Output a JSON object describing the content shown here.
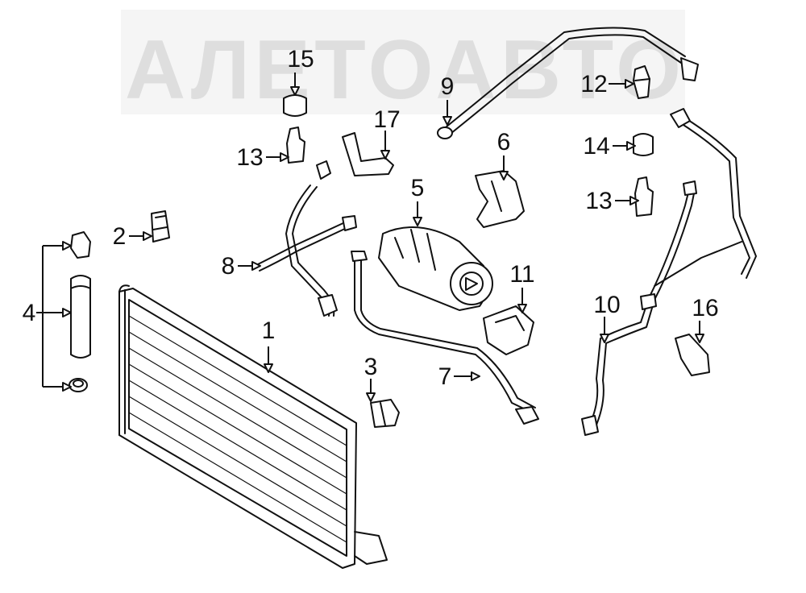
{
  "watermark": {
    "text": "АЛЕТОАВТО",
    "color": "#d4d4d4"
  },
  "callouts": [
    {
      "id": "1",
      "label": "1"
    },
    {
      "id": "2",
      "label": "2"
    },
    {
      "id": "3",
      "label": "3"
    },
    {
      "id": "4",
      "label": "4"
    },
    {
      "id": "5",
      "label": "5"
    },
    {
      "id": "6",
      "label": "6"
    },
    {
      "id": "7",
      "label": "7"
    },
    {
      "id": "8",
      "label": "8"
    },
    {
      "id": "9",
      "label": "9"
    },
    {
      "id": "10",
      "label": "10"
    },
    {
      "id": "11",
      "label": "11"
    },
    {
      "id": "12",
      "label": "12"
    },
    {
      "id": "13a",
      "label": "13"
    },
    {
      "id": "13b",
      "label": "13"
    },
    {
      "id": "14",
      "label": "14"
    },
    {
      "id": "15",
      "label": "15"
    },
    {
      "id": "16",
      "label": "16"
    },
    {
      "id": "17",
      "label": "17"
    }
  ],
  "colors": {
    "line": "#111111",
    "background": "#ffffff"
  }
}
